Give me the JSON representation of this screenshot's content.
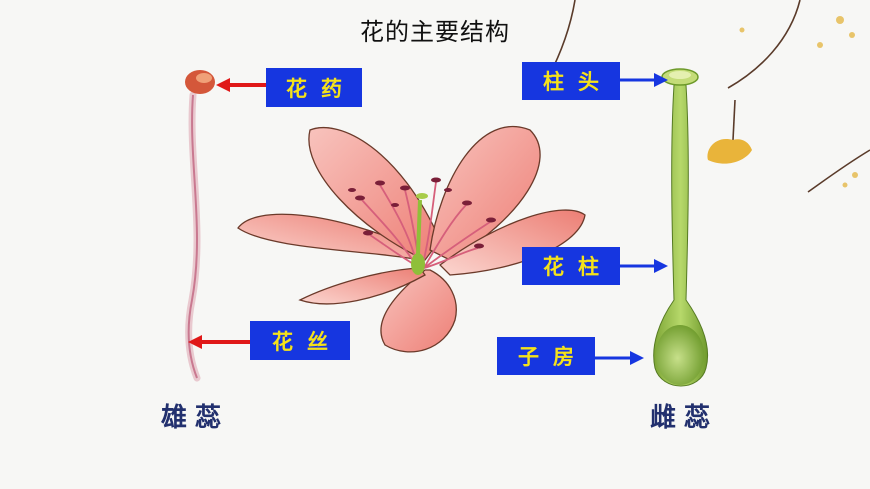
{
  "title": "花的主要结构",
  "labels": {
    "anther": "花药",
    "filament": "花丝",
    "stigma": "柱头",
    "style": "花柱",
    "ovary": "子房"
  },
  "groups": {
    "stamen": "雄蕊",
    "pistil": "雌蕊"
  },
  "colors": {
    "label_bg": "#1636e0",
    "label_text": "#f5e21a",
    "stamen_arrow": "#e01818",
    "pistil_arrow": "#1636e0",
    "petal": "#f4a6a0",
    "pistil": "#8fbf3a"
  }
}
